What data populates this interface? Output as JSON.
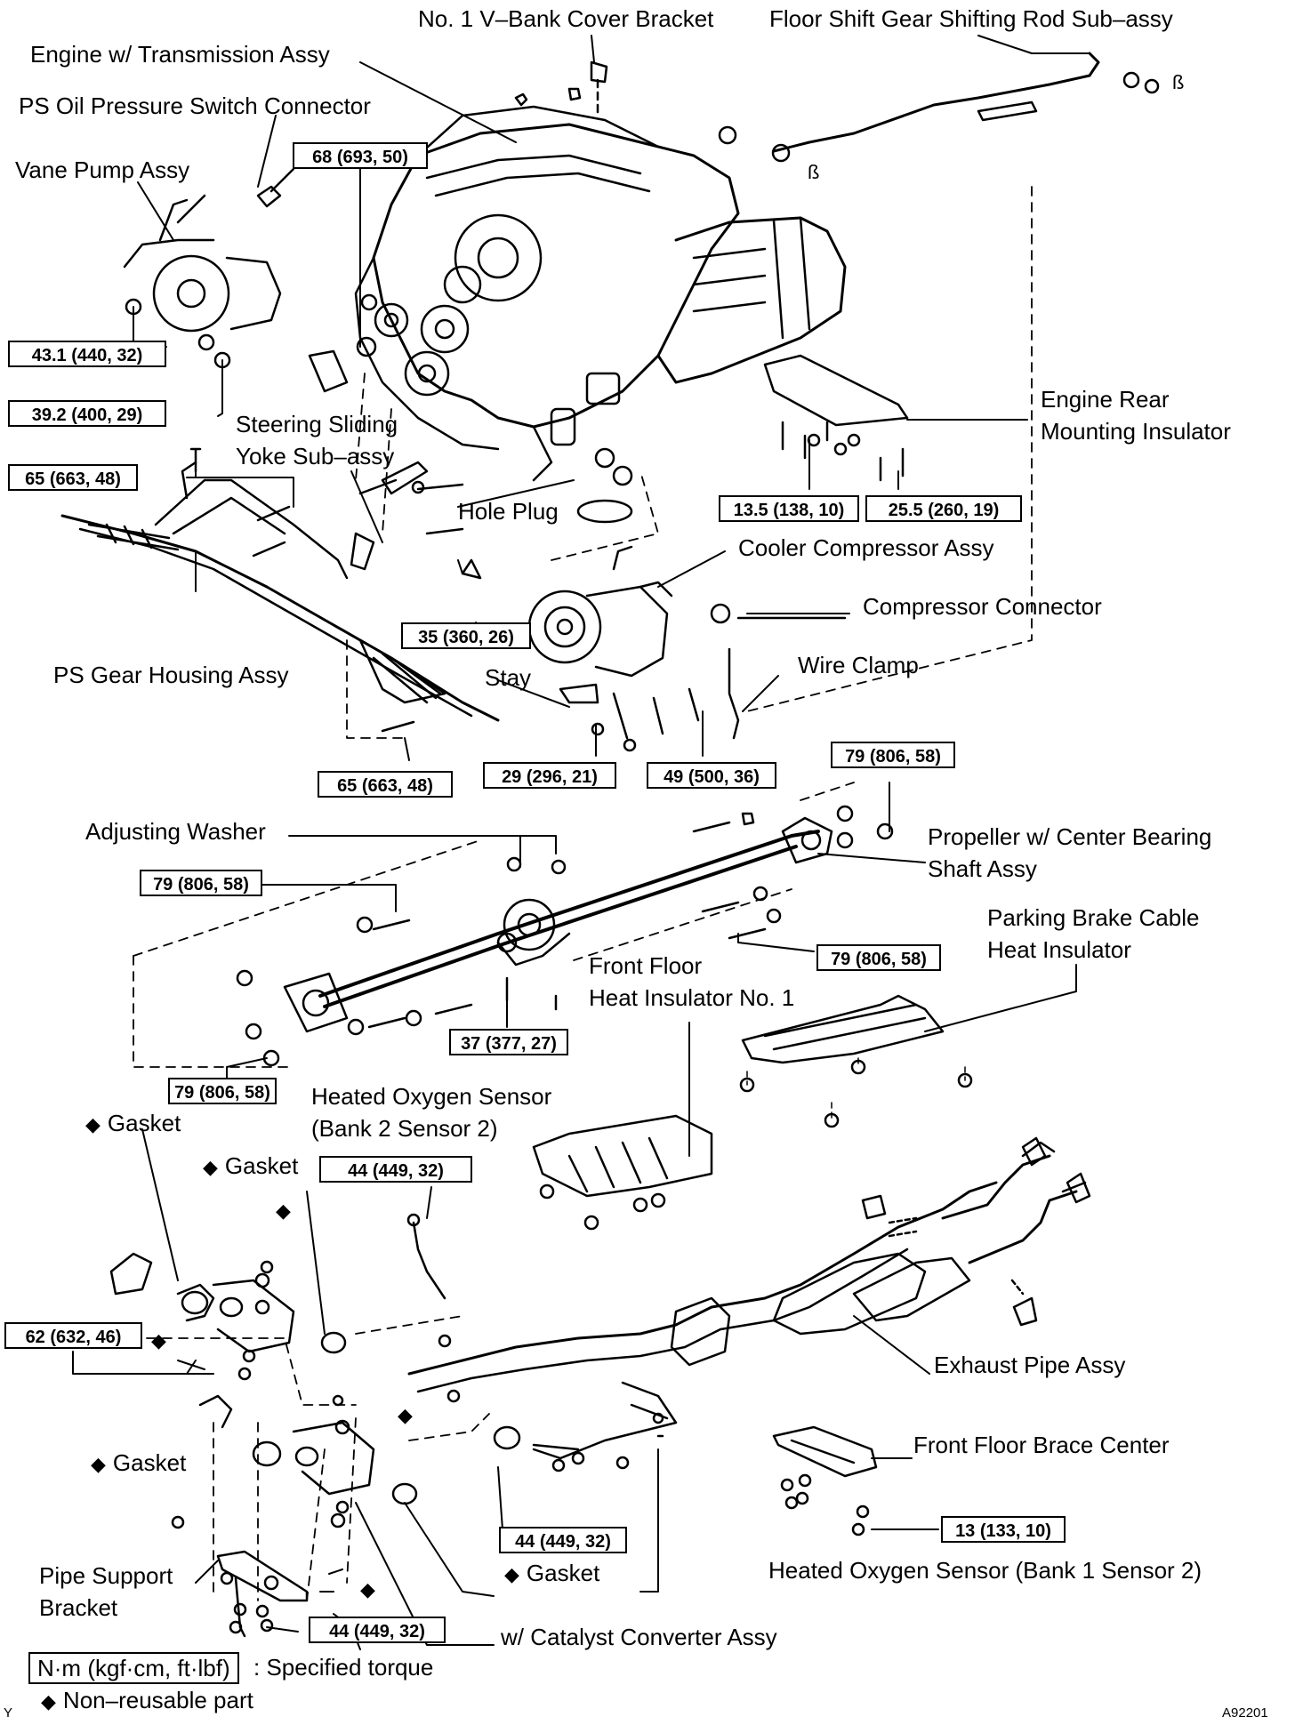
{
  "labels": {
    "bracket": "No. 1 V–Bank Cover Bracket",
    "shift_rod": "Floor Shift Gear Shifting Rod Sub–assy",
    "engine": "Engine w/ Transmission Assy",
    "ps_switch": "PS Oil Pressure Switch Connector",
    "vane_pump": "Vane Pump Assy",
    "steering_yoke_1": "Steering Sliding",
    "steering_yoke_2": "Yoke Sub–assy",
    "rear_insulator_1": "Engine Rear",
    "rear_insulator_2": "Mounting Insulator",
    "hole_plug": "Hole Plug",
    "compressor": "Cooler Compressor Assy",
    "compressor_connector": "Compressor Connector",
    "wire_clamp": "Wire Clamp",
    "stay": "Stay",
    "ps_gear": "PS Gear Housing Assy",
    "adjusting_washer": "Adjusting Washer",
    "propeller_1": "Propeller w/ Center Bearing",
    "propeller_2": "Shaft Assy",
    "parking_cable_1": "Parking Brake Cable",
    "parking_cable_2": "Heat Insulator",
    "front_floor_1": "Front Floor",
    "front_floor_2": "Heat Insulator No. 1",
    "o2_bank2_1": "Heated Oxygen Sensor",
    "o2_bank2_2": "(Bank 2 Sensor 2)",
    "gasket": "Gasket",
    "exhaust_pipe": "Exhaust Pipe Assy",
    "brace_center": "Front Floor Brace Center",
    "pipe_support_1": "Pipe Support",
    "pipe_support_2": "Bracket",
    "o2_bank1": "Heated Oxygen Sensor (Bank 1 Sensor 2)",
    "catalyst": "w/ Catalyst Converter Assy",
    "beta": "ß"
  },
  "torques": {
    "t68": "68 (693, 50)",
    "t43": "43.1 (440, 32)",
    "t39": "39.2 (400, 29)",
    "t65": "65 (663, 48)",
    "t13_5": "13.5 (138, 10)",
    "t25_5": "25.5 (260, 19)",
    "t35": "35 (360, 26)",
    "t29": "29 (296, 21)",
    "t49": "49 (500, 36)",
    "t79": "79 (806, 58)",
    "t37": "37 (377, 27)",
    "t44": "44 (449, 32)",
    "t62": "62 (632, 46)",
    "t13": "13 (133, 10)"
  },
  "legend": {
    "unit_box": "N·m (kgf·cm, ft·lbf)",
    "unit_text": ": Specified torque",
    "nonreusable": "Non–reusable part"
  },
  "footer": {
    "corner": "Y",
    "code": "A92201"
  }
}
